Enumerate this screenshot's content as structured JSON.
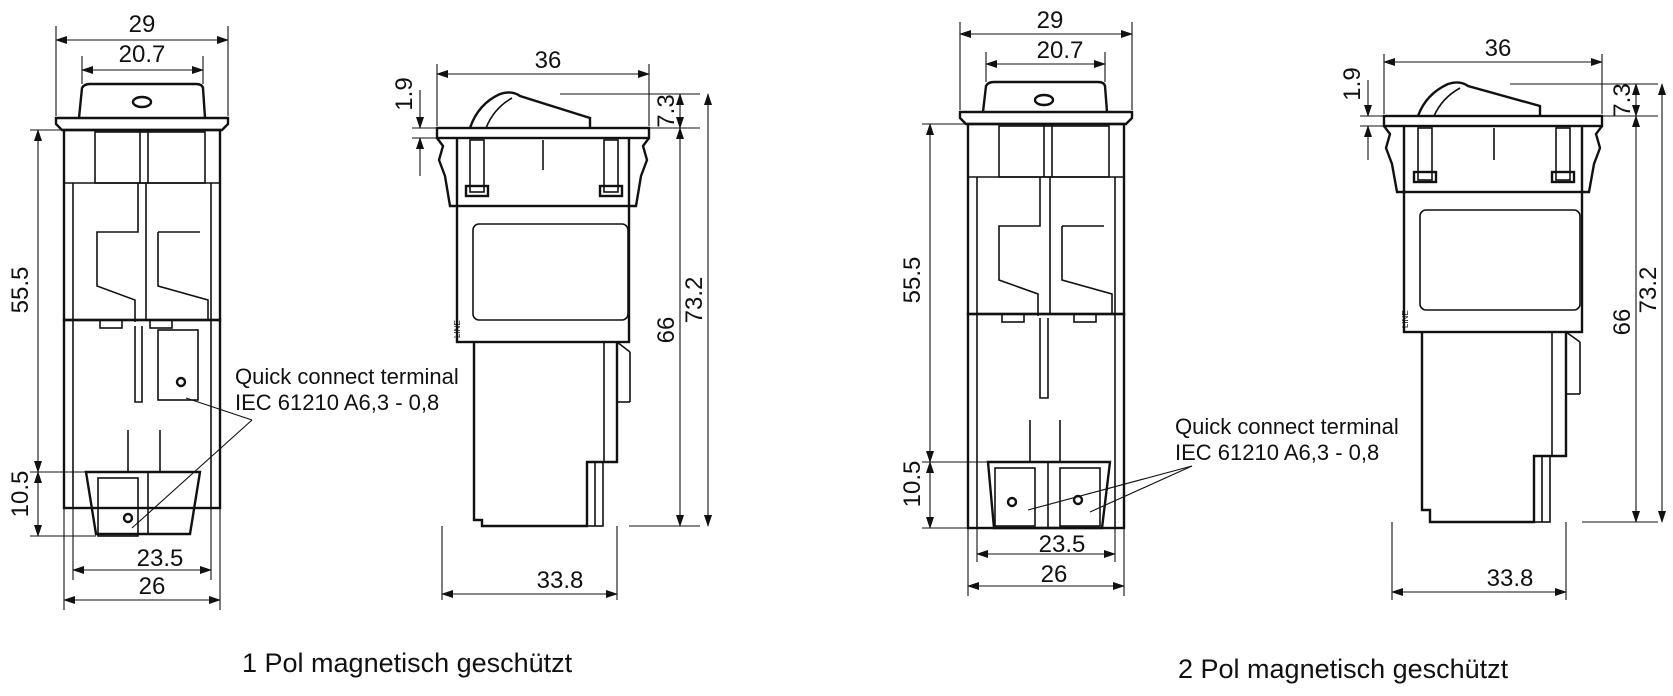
{
  "colors": {
    "ink": "#111111",
    "paper": "#ffffff"
  },
  "views": [
    {
      "id": "pol1",
      "front": {
        "top_width": "29",
        "rocker_width": "20.7",
        "body_height": "55.5",
        "terminal_height": "10.5",
        "terminal_span": "23.5",
        "base_width": "26"
      },
      "side": {
        "width": "36",
        "bezel_offset": "1.9",
        "rocker_height": "7.3",
        "body_height": "66",
        "total_height": "73.2",
        "base_depth": "33.8"
      },
      "callout": {
        "line1": "Quick connect terminal",
        "line2": "IEC 61210 A6,3 - 0,8"
      },
      "caption": "1 Pol magnetisch geschützt"
    },
    {
      "id": "pol2",
      "front": {
        "top_width": "29",
        "rocker_width": "20.7",
        "body_height": "55.5",
        "terminal_height": "10.5",
        "terminal_span": "23.5",
        "base_width": "26"
      },
      "side": {
        "width": "36",
        "bezel_offset": "1.9",
        "rocker_height": "7.3",
        "body_height": "66",
        "total_height": "73.2",
        "base_depth": "33.8"
      },
      "callout": {
        "line1": "Quick connect terminal",
        "line2": "IEC 61210 A6,3 - 0,8"
      },
      "caption": "2 Pol magnetisch geschützt"
    }
  ]
}
